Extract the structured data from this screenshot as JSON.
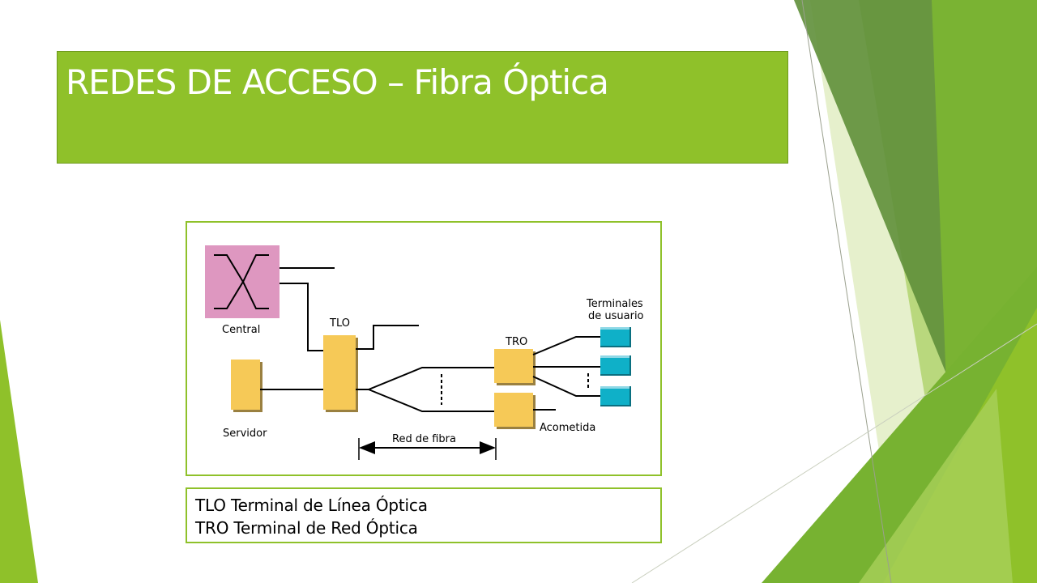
{
  "slide": {
    "title": "REDES DE ACCESO – Fibra Óptica"
  },
  "colors": {
    "title_bg": "#8fc12a",
    "accent_green": "#8fc12a",
    "central_pink": "#de97c0",
    "node_yellow": "#f6c957",
    "terminal_cyan": "#0fb0c8"
  },
  "diagram": {
    "labels": {
      "central": "Central",
      "servidor": "Servidor",
      "tlo": "TLO",
      "tro": "TRO",
      "terminales_line1": "Terminales",
      "terminales_line2": "de usuario",
      "acometida": "Acometida",
      "red_de_fibra": "Red de fibra"
    }
  },
  "legend": {
    "line1": "TLO Terminal de Línea Óptica",
    "line2": "TRO Terminal de Red Óptica"
  }
}
